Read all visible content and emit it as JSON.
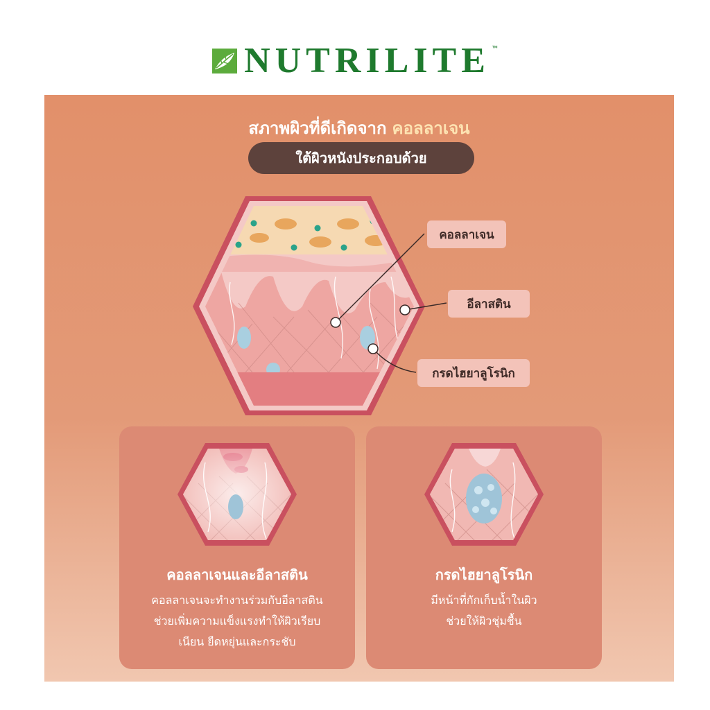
{
  "brand": {
    "name": "NUTRILITE",
    "trademark": "™"
  },
  "header": {
    "title_prefix": "สภาพผิวที่ดีเกิดจาก",
    "title_highlight": "คอลลาเจน",
    "subtitle_pill": "ใต้ผิวหนังประกอบด้วย"
  },
  "callouts": {
    "collagen": "คอลลาเจน",
    "elastin": "อีลาสติน",
    "hyaluronic": "กรดไฮยาลูโรนิก"
  },
  "cards": [
    {
      "title": "คอลลาเจนและอีลาสติน",
      "body_lines": [
        "คอลลาเจนจะทำงานร่วมกับอีลาสติน",
        "ช่วยเพิ่มความแข็งแรงทำให้ผิวเรียบ",
        "เนียน ยืดหยุ่นและกระชับ"
      ]
    },
    {
      "title": "กรดไฮยาลูโรนิก",
      "body_lines": [
        "มีหน้าที่กักเก็บน้ำในผิว",
        "ช่วยให้ผิวชุ่มชื้น"
      ]
    }
  ],
  "colors": {
    "brand_green": "#1f7a2e",
    "panel": "#e2906a",
    "pill": "#5d423c",
    "highlight": "#fde3b2",
    "hex_border": "#c9505f",
    "callout_bg": "#f3c3b9"
  }
}
